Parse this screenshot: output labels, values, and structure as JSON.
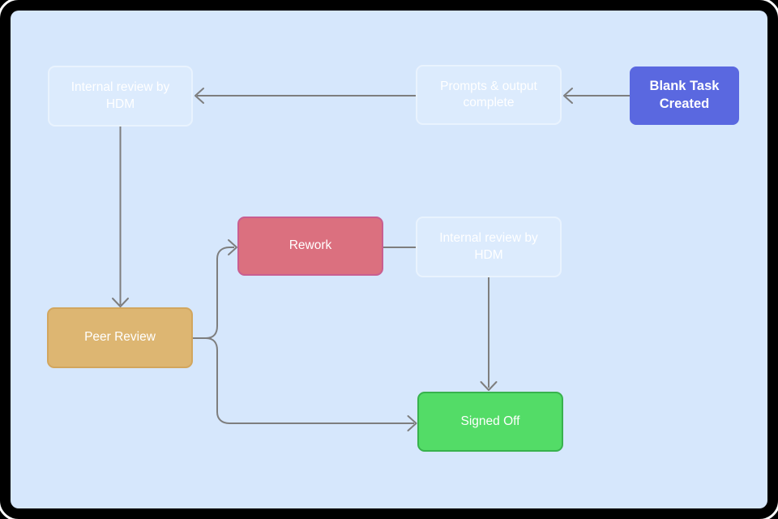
{
  "app": {
    "background": "#000000",
    "frame_outline_color": "#ffffff",
    "canvas_color": "#d6e7fc",
    "edge_color": "#7e7e7e"
  },
  "diagram": {
    "nodes": [
      {
        "id": "internal-review-hdm-top",
        "label": "Internal review by HDM",
        "fill": "#dcebfd",
        "border": "#e9f3fe",
        "text_color": "#ffffff"
      },
      {
        "id": "prompts-output-complete",
        "label": "Prompts & output complete",
        "fill": "#dcebfd",
        "border": "#e9f3fe",
        "text_color": "#ffffff"
      },
      {
        "id": "blank-task-created",
        "label": "Blank Task Created",
        "fill": "#5a68e0",
        "border": "#5a68e0",
        "text_color": "#ffffff"
      },
      {
        "id": "rework",
        "label": "Rework",
        "fill": "#db707f",
        "border": "#c95e90",
        "text_color": "#ffffff"
      },
      {
        "id": "internal-review-hdm-mid",
        "label": "Internal review by HDM",
        "fill": "#dcebfd",
        "border": "#e9f3fe",
        "text_color": "#ffffff"
      },
      {
        "id": "peer-review",
        "label": "Peer Review",
        "fill": "#ddb672",
        "border": "#d2a65e",
        "text_color": "#ffffff"
      },
      {
        "id": "signed-off",
        "label": "Signed Off",
        "fill": "#53dc67",
        "border": "#38b24d",
        "text_color": "#ffffff"
      }
    ],
    "edges": [
      {
        "from": "blank-task-created",
        "to": "prompts-output-complete",
        "arrowhead": true
      },
      {
        "from": "prompts-output-complete",
        "to": "internal-review-hdm-top",
        "arrowhead": true
      },
      {
        "from": "internal-review-hdm-top",
        "to": "peer-review",
        "arrowhead": true
      },
      {
        "from": "peer-review",
        "to": "rework",
        "arrowhead": true
      },
      {
        "from": "peer-review",
        "to": "signed-off",
        "arrowhead": true
      },
      {
        "from": "rework",
        "to": "internal-review-hdm-mid",
        "arrowhead": false
      },
      {
        "from": "internal-review-hdm-mid",
        "to": "signed-off",
        "arrowhead": true
      }
    ]
  }
}
